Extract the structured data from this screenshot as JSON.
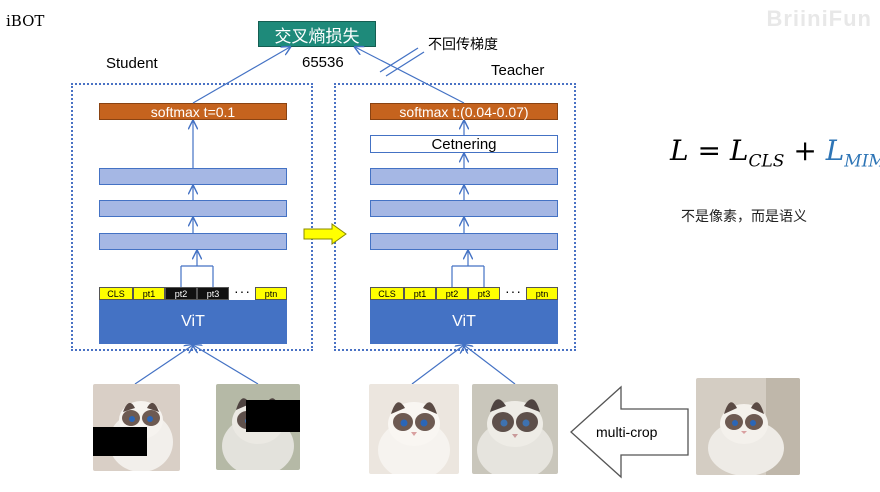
{
  "corner_title": "iBOT",
  "watermark": "BriiniFun",
  "loss_box": "交叉熵损失",
  "no_grad_note": "不回传梯度",
  "dim_label": "65536",
  "student": {
    "label": "Student",
    "softmax": "softmax  t=0.1",
    "vit": "ViT",
    "tokens": [
      "CLS",
      "pt1",
      "pt2",
      "pt3",
      "ptn"
    ],
    "masked_tokens": [
      "pt2",
      "pt3"
    ],
    "ellipsis": "···"
  },
  "teacher": {
    "label": "Teacher",
    "softmax": "softmax  t:(0.04-0.07)",
    "centering": "Cetnering",
    "vit": "ViT",
    "tokens": [
      "CLS",
      "pt1",
      "pt2",
      "pt3",
      "ptn"
    ],
    "ellipsis": "···"
  },
  "formula": {
    "lhs": "L",
    "eq": "=",
    "t1": "L",
    "t1_sub": "CLS",
    "plus": "+",
    "t2": "L",
    "t2_sub": "MIM"
  },
  "formula_note": "不是像素，而是语义",
  "multi_crop": "multi-crop",
  "colors": {
    "loss_box": "#1e8a7a",
    "softmax": "#c5631e",
    "layer": "#a5b7e4",
    "vit": "#4472c4",
    "token": "#ffff00",
    "ema_arrow": "#ffff00",
    "mim_term": "#2e75b6"
  }
}
